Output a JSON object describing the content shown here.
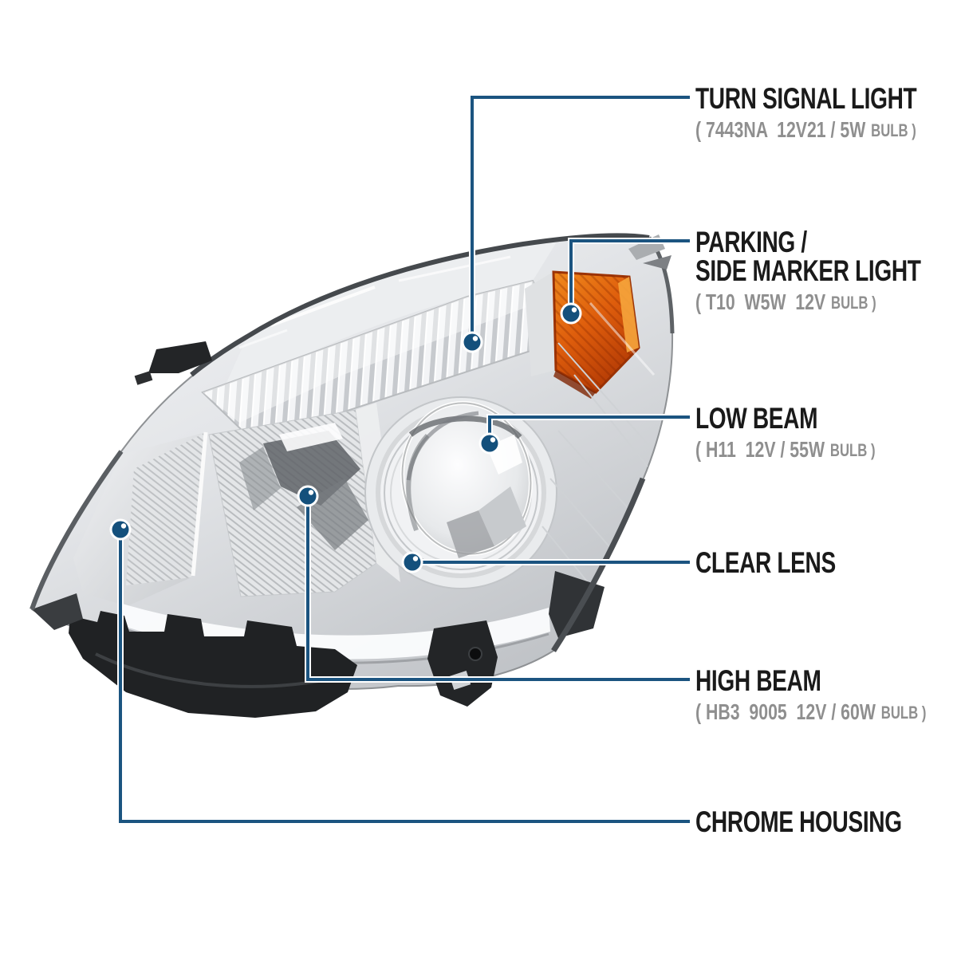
{
  "figure": {
    "type": "annotated-parts-diagram",
    "subject": "vehicle headlight assembly, chrome housing, three-quarter view"
  },
  "colors": {
    "background": "#ffffff",
    "callout_line": "#1b5480",
    "callout_dot": "#14507c",
    "title_text": "#1a1a1a",
    "spec_text": "#8f8f8f",
    "amber_reflector": "#d9530b",
    "chrome_light": "#eef0f2",
    "chrome_dark": "#55585c",
    "black_plastic": "#202224"
  },
  "callouts": [
    {
      "id": "turn-signal-light",
      "title_lines": [
        "TURN SIGNAL LIGHT"
      ],
      "spec": "( 7443NA  12V21 / 5W",
      "bulb": "BULB )"
    },
    {
      "id": "parking-side-marker-light",
      "title_lines": [
        "PARKING /",
        "SIDE MARKER LIGHT"
      ],
      "spec": "( T10  W5W  12V",
      "bulb": "BULB )"
    },
    {
      "id": "low-beam",
      "title_lines": [
        "LOW BEAM"
      ],
      "spec": "( H11  12V / 55W",
      "bulb": "BULB )"
    },
    {
      "id": "clear-lens",
      "title_lines": [
        "CLEAR LENS"
      ]
    },
    {
      "id": "high-beam",
      "title_lines": [
        "HIGH BEAM"
      ],
      "spec": "( HB3  9005  12V / 60W",
      "bulb": "BULB )"
    },
    {
      "id": "chrome-housing",
      "title_lines": [
        "CHROME HOUSING"
      ]
    }
  ]
}
